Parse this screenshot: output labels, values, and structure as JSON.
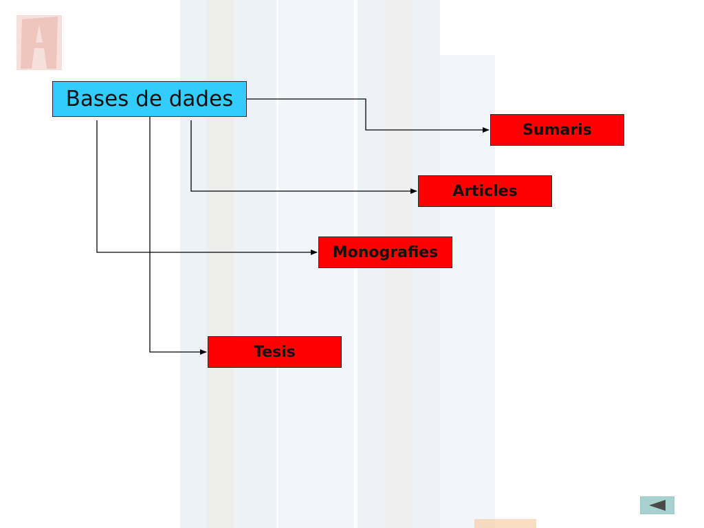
{
  "diagram": {
    "root": {
      "label": "Bases de dades",
      "color": "#33ccff"
    },
    "leaves": [
      {
        "id": "sumaris",
        "label": "Sumaris"
      },
      {
        "id": "articles",
        "label": "Articles"
      },
      {
        "id": "monografies",
        "label": "Monografies"
      },
      {
        "id": "tesis",
        "label": "Tesis"
      }
    ],
    "leaf_color": "#ff0000",
    "edges": [
      {
        "from": "Bases de dades",
        "to": "Sumaris"
      },
      {
        "from": "Bases de dades",
        "to": "Articles"
      },
      {
        "from": "Bases de dades",
        "to": "Monografies"
      },
      {
        "from": "Bases de dades",
        "to": "Tesis"
      }
    ],
    "line_color": "#000000"
  },
  "nav": {
    "back_icon": "triangle-left-icon"
  },
  "decor": {
    "logo_icon": "letter-a-logo",
    "background": "faded-building-image"
  }
}
